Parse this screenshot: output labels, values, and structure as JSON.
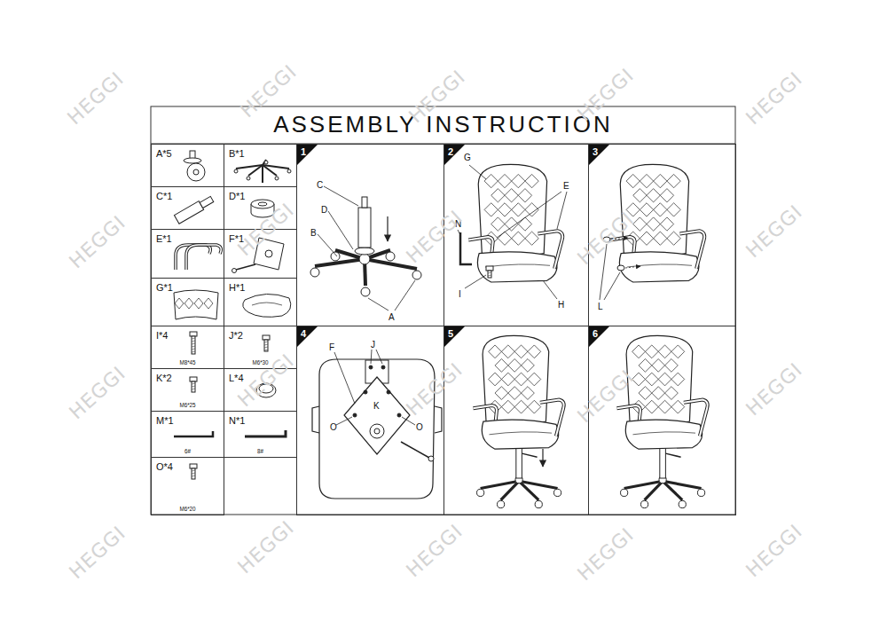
{
  "diagram": {
    "title": "ASSEMBLY INSTRUCTION",
    "nodes": [
      {
        "text": [
          "A*5"
        ]
      },
      {
        "text": [
          "B*1"
        ]
      },
      {
        "text": [
          "C*1"
        ]
      },
      {
        "text": [
          "D*1"
        ]
      },
      {
        "text": [
          "E*1"
        ]
      },
      {
        "text": [
          "F*1"
        ]
      },
      {
        "text": [
          "G*1"
        ]
      },
      {
        "text": [
          "H*1"
        ]
      },
      {
        "text": [
          "I*4",
          "M8*45"
        ]
      },
      {
        "text": [
          "J*2",
          "M6*30"
        ]
      },
      {
        "text": [
          "K*2",
          "M6*25"
        ]
      },
      {
        "text": [
          "L*4"
        ]
      },
      {
        "text": [
          "M*1",
          "6#"
        ]
      },
      {
        "text": [
          "N*1",
          "8#"
        ]
      },
      {
        "text": [
          "O*4",
          "M6*20"
        ]
      },
      {
        "text": [
          "1",
          "C",
          "D",
          "B",
          "A"
        ]
      },
      {
        "text": [
          "2",
          "G",
          "E",
          "N",
          "I",
          "H"
        ]
      },
      {
        "text": [
          "3",
          "L"
        ]
      },
      {
        "text": [
          "4",
          "F",
          "J",
          "K",
          "O",
          "O"
        ]
      },
      {
        "text": [
          "5"
        ]
      },
      {
        "text": [
          "6"
        ]
      }
    ],
    "labels": [
      "HEGGI",
      "HEGGI",
      "HEGGI",
      "HEGGI",
      "HEGGI",
      "HEGGI",
      "HEGGI",
      "HEGGI",
      "HEGGI",
      "HEGGI",
      "HEGGI",
      "HEGGI",
      "HEGGI",
      "HEGGI",
      "HEGGI",
      "HEGGI",
      "HEGGI",
      "HEGGI",
      "HEGGI",
      "HEGGI"
    ]
  }
}
